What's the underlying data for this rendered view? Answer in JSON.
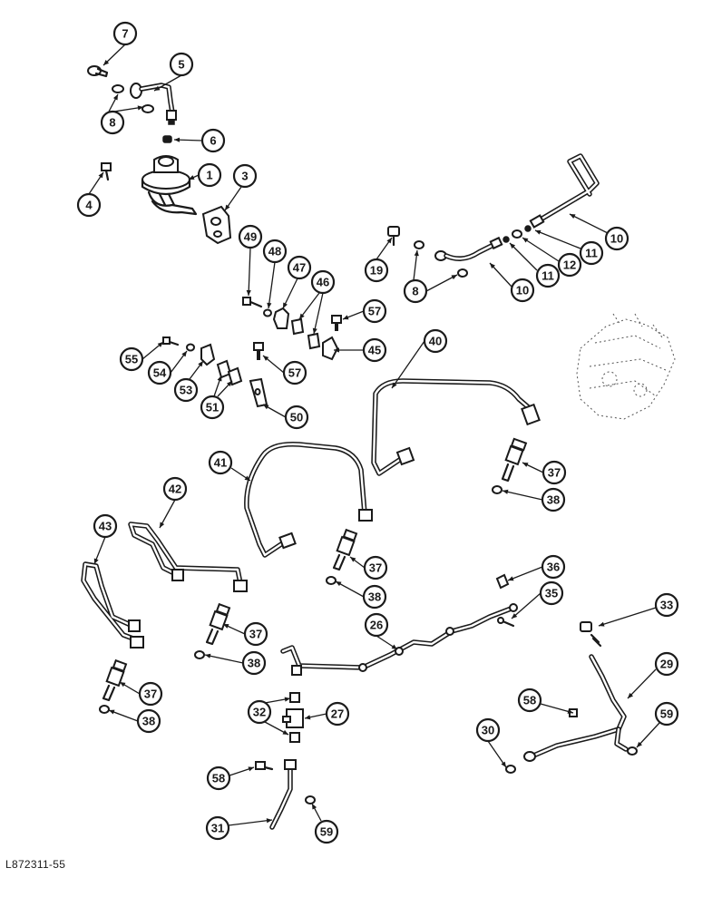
{
  "drawing": {
    "reference_code": "L872311-55"
  },
  "callouts": [
    {
      "label": "7"
    },
    {
      "label": "5"
    },
    {
      "label": "8"
    },
    {
      "label": "6"
    },
    {
      "label": "1"
    },
    {
      "label": "4"
    },
    {
      "label": "3"
    },
    {
      "label": "10"
    },
    {
      "label": "11"
    },
    {
      "label": "12"
    },
    {
      "label": "11"
    },
    {
      "label": "10"
    },
    {
      "label": "19"
    },
    {
      "label": "8"
    },
    {
      "label": "49"
    },
    {
      "label": "48"
    },
    {
      "label": "47"
    },
    {
      "label": "46"
    },
    {
      "label": "57"
    },
    {
      "label": "45"
    },
    {
      "label": "57"
    },
    {
      "label": "55"
    },
    {
      "label": "54"
    },
    {
      "label": "53"
    },
    {
      "label": "51"
    },
    {
      "label": "50"
    },
    {
      "label": "40"
    },
    {
      "label": "37"
    },
    {
      "label": "38"
    },
    {
      "label": "41"
    },
    {
      "label": "42"
    },
    {
      "label": "43"
    },
    {
      "label": "37"
    },
    {
      "label": "38"
    },
    {
      "label": "36"
    },
    {
      "label": "35"
    },
    {
      "label": "33"
    },
    {
      "label": "26"
    },
    {
      "label": "37"
    },
    {
      "label": "38"
    },
    {
      "label": "29"
    },
    {
      "label": "37"
    },
    {
      "label": "38"
    },
    {
      "label": "32"
    },
    {
      "label": "27"
    },
    {
      "label": "58"
    },
    {
      "label": "30"
    },
    {
      "label": "59"
    },
    {
      "label": "58"
    },
    {
      "label": "31"
    },
    {
      "label": "59"
    }
  ]
}
